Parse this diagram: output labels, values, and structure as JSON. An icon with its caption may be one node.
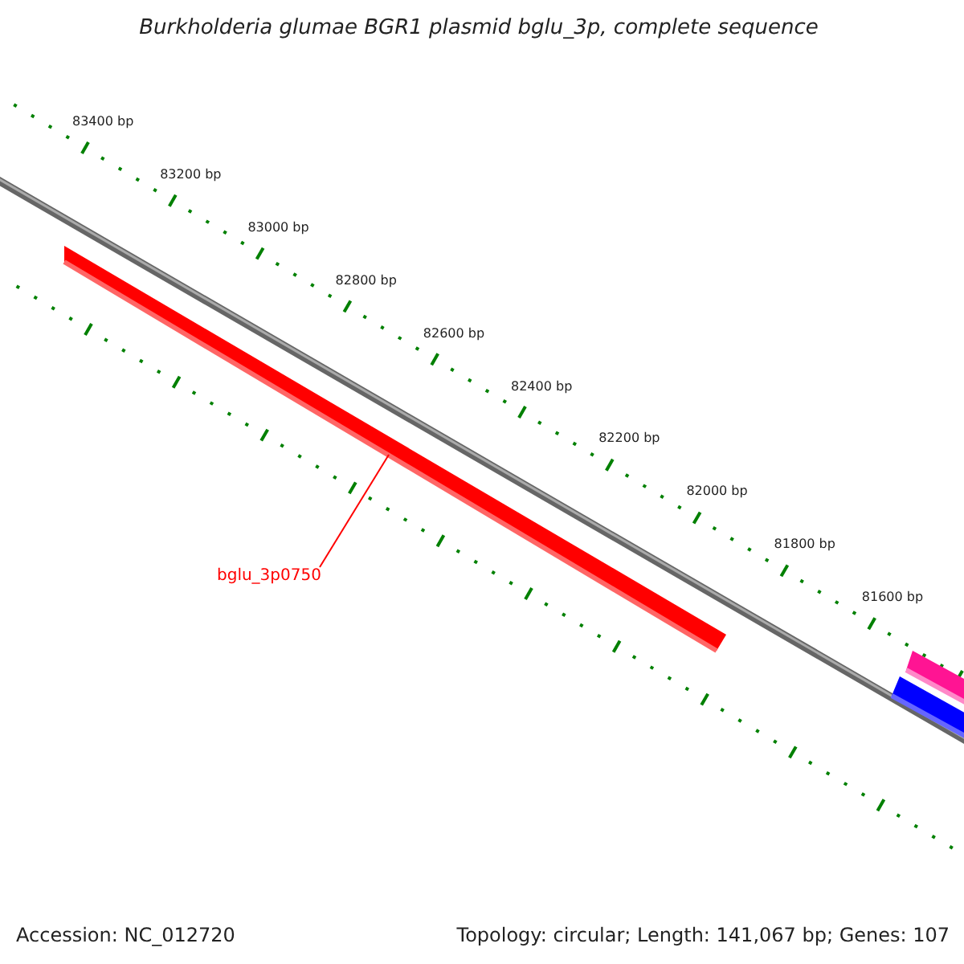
{
  "diagram": {
    "title": "Burkholderia glumae BGR1 plasmid bglu_3p, complete sequence",
    "nodes": [
      {
        "text": [
          "bglu_3p0750"
        ]
      },
      {
        "text": [],
        "shape": "bar"
      },
      {
        "text": [],
        "shape": "bar"
      },
      {
        "text": [],
        "shape": "bar"
      }
    ],
    "edges": [
      {
        "from": 0,
        "to": 1,
        "arrow": "none",
        "color": "#ff0000"
      }
    ],
    "labels": [
      "83400 bp",
      "83200 bp",
      "83000 bp",
      "82800 bp",
      "82600 bp",
      "82400 bp",
      "82200 bp",
      "82000 bp",
      "81800 bp",
      "81600 bp",
      "Accession: NC_012720",
      "Topology: circular; Length: 141,067 bp; Genes: 107"
    ]
  }
}
